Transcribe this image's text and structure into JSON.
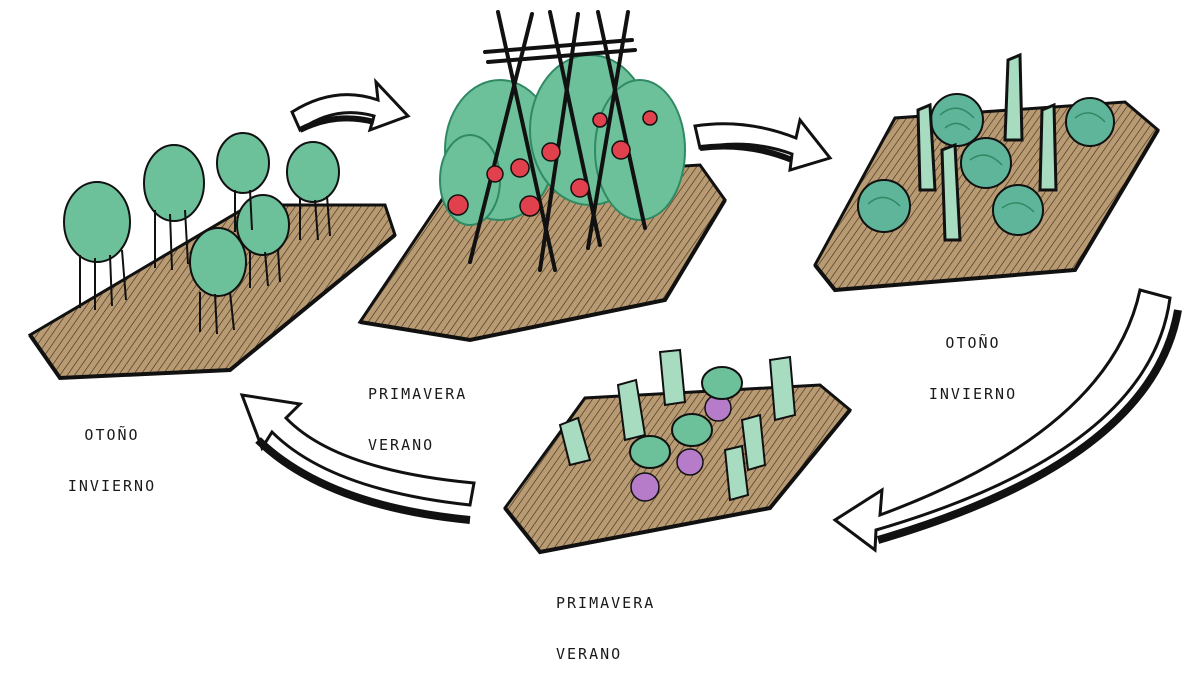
{
  "beds": [
    {
      "id": "bed-1",
      "season_lines": [
        "OTOÑO",
        "INVIERNO"
      ],
      "crop_icon": "leafy-greens-icon"
    },
    {
      "id": "bed-2",
      "season_lines": [
        "PRIMAVERA",
        "VERANO"
      ],
      "crop_icon": "tomato-trellis-icon"
    },
    {
      "id": "bed-3",
      "season_lines": [
        "OTOÑO",
        "INVIERNO"
      ],
      "crop_icon": "cabbage-leek-icon"
    },
    {
      "id": "bed-4",
      "season_lines": [
        "PRIMAVERA",
        "VERANO"
      ],
      "crop_icon": "beet-lettuce-icon"
    }
  ],
  "colors": {
    "soil": "#b89b72",
    "soil_dark": "#3b2a1a",
    "leaf": "#6cc09a",
    "leaf_dark": "#2f8a64",
    "tomato": "#e0414c",
    "beet": "#b67cc9",
    "cabbage": "#5fb59a",
    "ink": "#111111"
  }
}
